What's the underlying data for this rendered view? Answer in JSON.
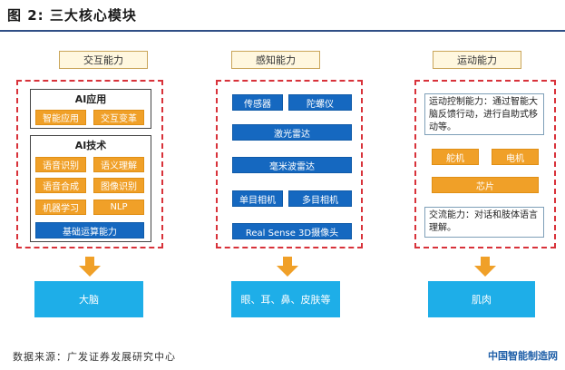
{
  "title": "图 2:  三大核心模块",
  "columns": {
    "interaction": {
      "header": "交互能力",
      "ai_app": {
        "title": "AI应用",
        "items": [
          "智能应用",
          "交互变革"
        ]
      },
      "ai_tech": {
        "title": "AI技术",
        "items": [
          "语音识别",
          "语义理解",
          "语音合成",
          "图像识别",
          "机器学习",
          "NLP"
        ],
        "base": "基础运算能力"
      },
      "output": "大脑"
    },
    "perception": {
      "header": "感知能力",
      "items": [
        "传感器",
        "陀螺仪",
        "激光雷达",
        "毫米波雷达",
        "单目相机",
        "多目相机",
        "Real Sense 3D摄像头"
      ],
      "output": "眼、耳、鼻、皮肤等"
    },
    "motion": {
      "header": "运动能力",
      "motion_text": "运动控制能力：通过智能大脑反馈行动，进行自助式移动等。",
      "items": [
        "舵机",
        "电机",
        "芯片"
      ],
      "comm_text": "交流能力：对话和肢体语言理解。",
      "output": "肌肉"
    }
  },
  "source": "数据来源：广发证券发展研究中心",
  "watermark": "中国智能制造网",
  "colors": {
    "orange": "#f0a028",
    "blue": "#1568c0",
    "cyan": "#1eaee8",
    "dashed_red": "#d8323a",
    "rule": "#2f4f86"
  }
}
